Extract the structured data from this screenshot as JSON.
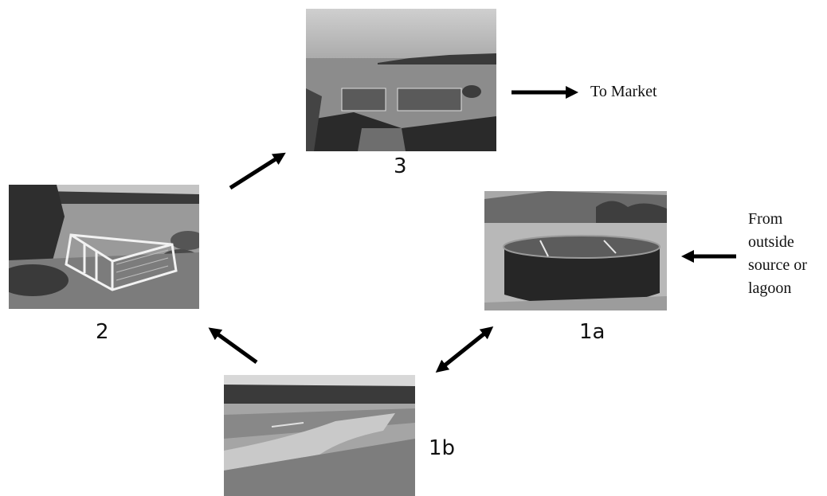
{
  "stages": {
    "s3": {
      "label": "3"
    },
    "s2": {
      "label": "2"
    },
    "s1a": {
      "label": "1a"
    },
    "s1b": {
      "label": "1b"
    }
  },
  "annotations": {
    "to_market": "To Market",
    "source_lines": [
      "From",
      "outside",
      "source or",
      "lagoon"
    ]
  },
  "colors": {
    "arrow": "#000000",
    "background": "#ffffff"
  }
}
